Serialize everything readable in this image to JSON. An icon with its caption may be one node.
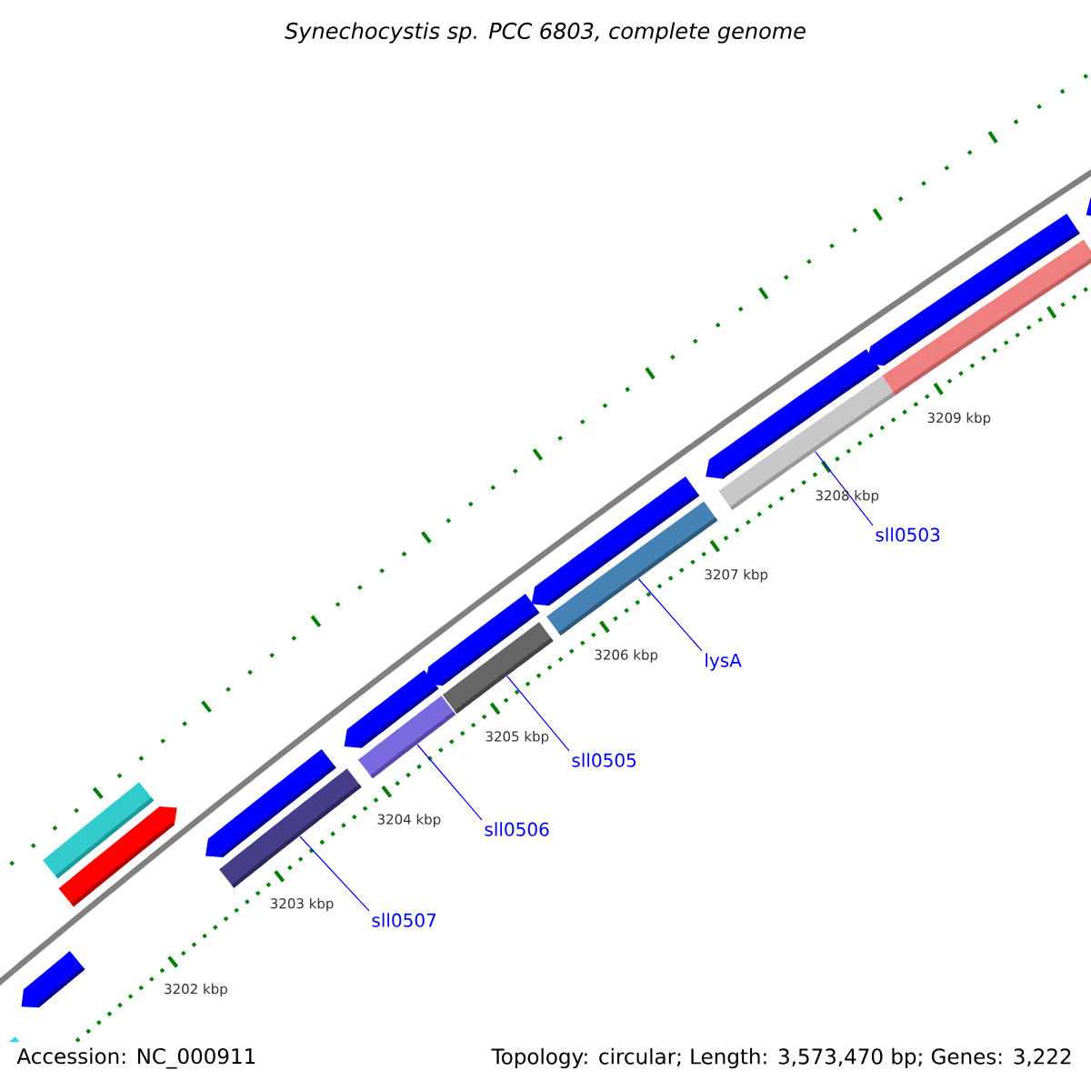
{
  "diagram": {
    "title": "Synechocystis sp. PCC 6803, complete genome",
    "nodes": [
      {
        "text": [
          "sll0503"
        ]
      },
      {
        "text": [
          "lysA"
        ]
      },
      {
        "text": [
          "sll0505"
        ]
      },
      {
        "text": [
          "sll0506"
        ]
      },
      {
        "text": [
          "sll0507"
        ]
      },
      {
        "text": [],
        "shape": "bar"
      },
      {
        "text": [],
        "shape": "bar"
      },
      {
        "text": [],
        "shape": "bar"
      },
      {
        "text": [],
        "shape": "bar"
      },
      {
        "text": [],
        "shape": "bar"
      },
      {
        "text": [],
        "shape": "bar"
      },
      {
        "text": [],
        "shape": "bar"
      },
      {
        "text": [],
        "shape": "bar"
      },
      {
        "text": [],
        "shape": "bar"
      },
      {
        "text": [],
        "shape": "bar"
      },
      {
        "text": [],
        "shape": "bar"
      },
      {
        "text": [],
        "shape": "bar"
      },
      {
        "text": [],
        "shape": "bar"
      },
      {
        "text": [],
        "shape": "bar"
      },
      {
        "text": [],
        "shape": "bar"
      },
      {
        "text": [],
        "shape": "bar"
      },
      {
        "text": [],
        "shape": "bar"
      }
    ],
    "edges": [
      {
        "from": 0,
        "to": 18,
        "arrow": "none"
      },
      {
        "from": 1,
        "to": 16,
        "arrow": "none"
      },
      {
        "from": 2,
        "to": 14,
        "arrow": "none"
      },
      {
        "from": 3,
        "to": 12,
        "arrow": "none"
      },
      {
        "from": 4,
        "to": 10,
        "arrow": "none"
      }
    ],
    "labels": [
      "3209 kbp",
      "3208 kbp",
      "3207 kbp",
      "3206 kbp",
      "3205 kbp",
      "3204 kbp",
      "3203 kbp",
      "3202 kbp",
      "Accession: NC_000911",
      "Topology: circular; Length: 3,573,470 bp; Genes: 3,222"
    ]
  }
}
